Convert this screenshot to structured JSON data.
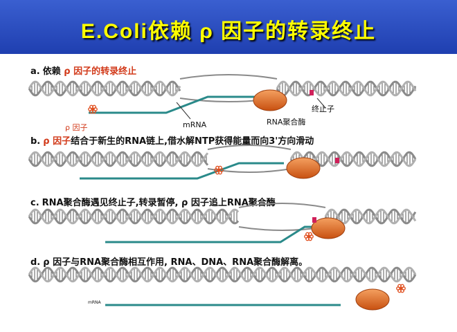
{
  "title": "E.Coli依赖 ρ 因子的转录终止",
  "steps": [
    {
      "letter": "a.",
      "pre": "依赖 ",
      "rho": "ρ 因子的转录终止",
      "post": ""
    },
    {
      "letter": "b.",
      "pre": "",
      "rho": "ρ 因子",
      "post": "结合于新生的RNA链上,借水解NTP获得能量而向3'方向滑动"
    },
    {
      "letter": "c.",
      "pre": "RNA聚合酶遇见终止子,转录暂停, ",
      "rho": "",
      "post": "ρ 因子追上RNA聚合酶"
    },
    {
      "letter": "d.",
      "pre": "",
      "rho": "",
      "post": "ρ 因子与RNA聚合酶相互作用, RNA、DNA、RNA聚合酶解离。"
    }
  ],
  "labels": {
    "mrna": "mRNA",
    "polymerase": "RNA聚合酶",
    "terminator": "终止子",
    "rho_factor": "ρ 因子",
    "mrna_small": "mRNA"
  },
  "colors": {
    "title_bg": "#2a4cc0",
    "title_text": "#ffff00",
    "dna_strand": "#8a8a8a",
    "dna_rungs": "#5a5a5a",
    "rna_strand": "#2a8a8a",
    "polymerase": "#e06a20",
    "rho": "#e05020",
    "terminator": "#d0205a"
  }
}
